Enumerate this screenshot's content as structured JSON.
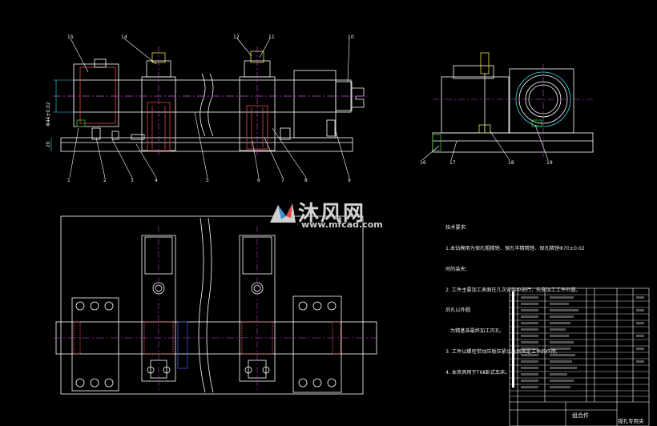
{
  "callouts_top": [
    "15",
    "14",
    "12",
    "11",
    "10"
  ],
  "callouts_bottom": [
    "1",
    "2",
    "3",
    "4",
    "5",
    "6",
    "7",
    "8",
    "9"
  ],
  "callouts_side": [
    "16",
    "17",
    "18",
    "19"
  ],
  "dimension_label": "Φ44±0.02",
  "dimension_small": "20",
  "notes": {
    "heading": "技术要求:",
    "lines": [
      "1.本钻模用为保孔粗精镗、保孔半精精镗、保孔精镗Φ70±0.02",
      "时的装夹;",
      "2. 工件主要加工表面在几次安装中进行，先安加工工件外圆，",
      "后孔以外圆",
      "   为精基准最终加工内孔;",
      "3. 工件以螺栓带动压板压紧以达到固定工件的作用;",
      "4. 本夹具用于T6Ⅱ卧式车床。"
    ]
  },
  "watermark": {
    "text": "沐风网",
    "url": "www.mfcad.com"
  },
  "title_block": {
    "name": "组合件",
    "drawing_title": "镗孔专用夹"
  },
  "colors": {
    "line": "#ffffff",
    "center": "#c84bd6",
    "cyan": "#3ad7e6",
    "green": "#3fbf3f",
    "red": "#e04545",
    "yellow": "#e6e04a"
  }
}
